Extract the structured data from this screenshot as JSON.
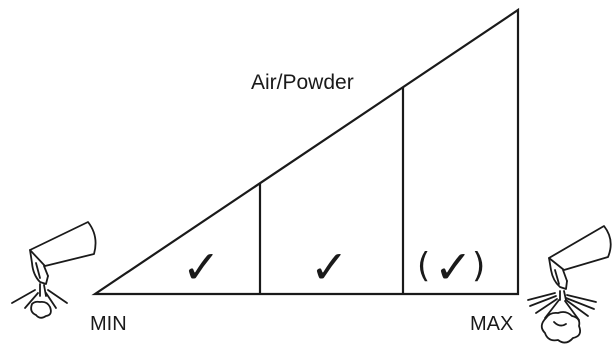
{
  "diagram": {
    "title": "Air/Powder",
    "min_label": "MIN",
    "max_label": "MAX",
    "zones": [
      {
        "mark": "✓",
        "optional": false
      },
      {
        "mark": "✓",
        "optional": false
      },
      {
        "mark": "✓",
        "optional": true,
        "open_paren": "(",
        "close_paren": ")"
      }
    ],
    "icons": {
      "left": "spray-gun-low-flow-icon",
      "right": "spray-gun-high-flow-icon"
    },
    "colors": {
      "stroke": "#1a1a1a",
      "background": "#ffffff"
    }
  }
}
